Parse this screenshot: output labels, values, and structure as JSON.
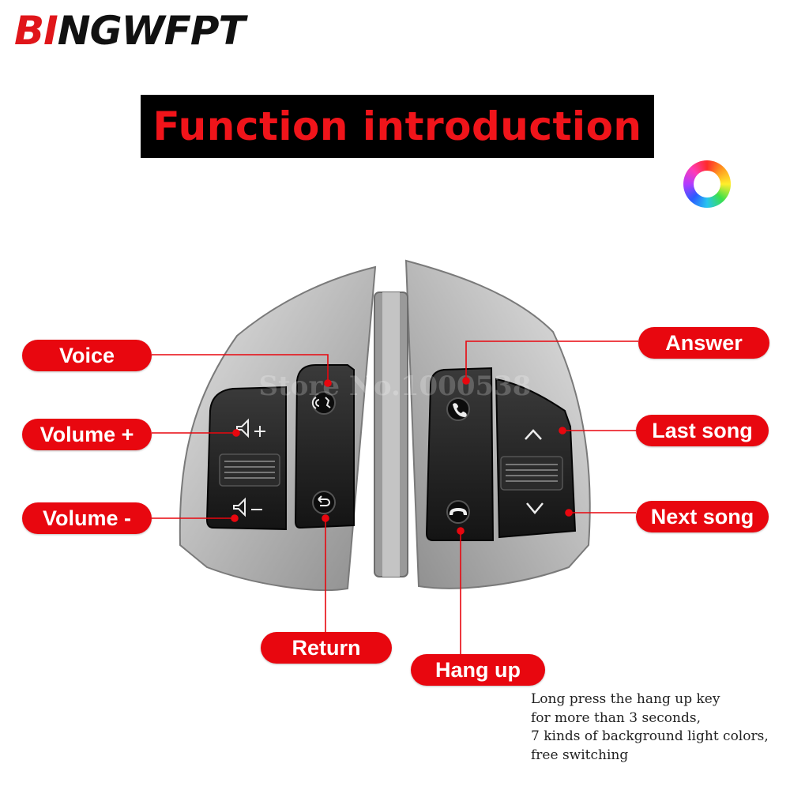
{
  "brand": {
    "prefix": "BI",
    "rest": "NGWFPT"
  },
  "title": "Function introduction",
  "watermark": "Store No.1000538",
  "labels": {
    "voice": "Voice",
    "volume_plus": "Volume +",
    "volume_minus": "Volume -",
    "answer": "Answer",
    "last_song": "Last song",
    "next_song": "Next song",
    "return": "Return",
    "hang_up": "Hang up"
  },
  "note": [
    "Long press the hang up key",
    "for more than 3 seconds,",
    "7 kinds of background light colors,",
    "free switching"
  ],
  "colors": {
    "accent": "#e8070f",
    "title_bg": "#000000",
    "housing": "#b9b9b9",
    "button": "#1c1c1c"
  },
  "icons": [
    "voice-icon",
    "volume-up-icon",
    "volume-down-icon",
    "return-icon",
    "phone-answer-icon",
    "phone-hangup-icon",
    "chevron-up-icon",
    "chevron-down-icon",
    "color-ring-icon"
  ]
}
